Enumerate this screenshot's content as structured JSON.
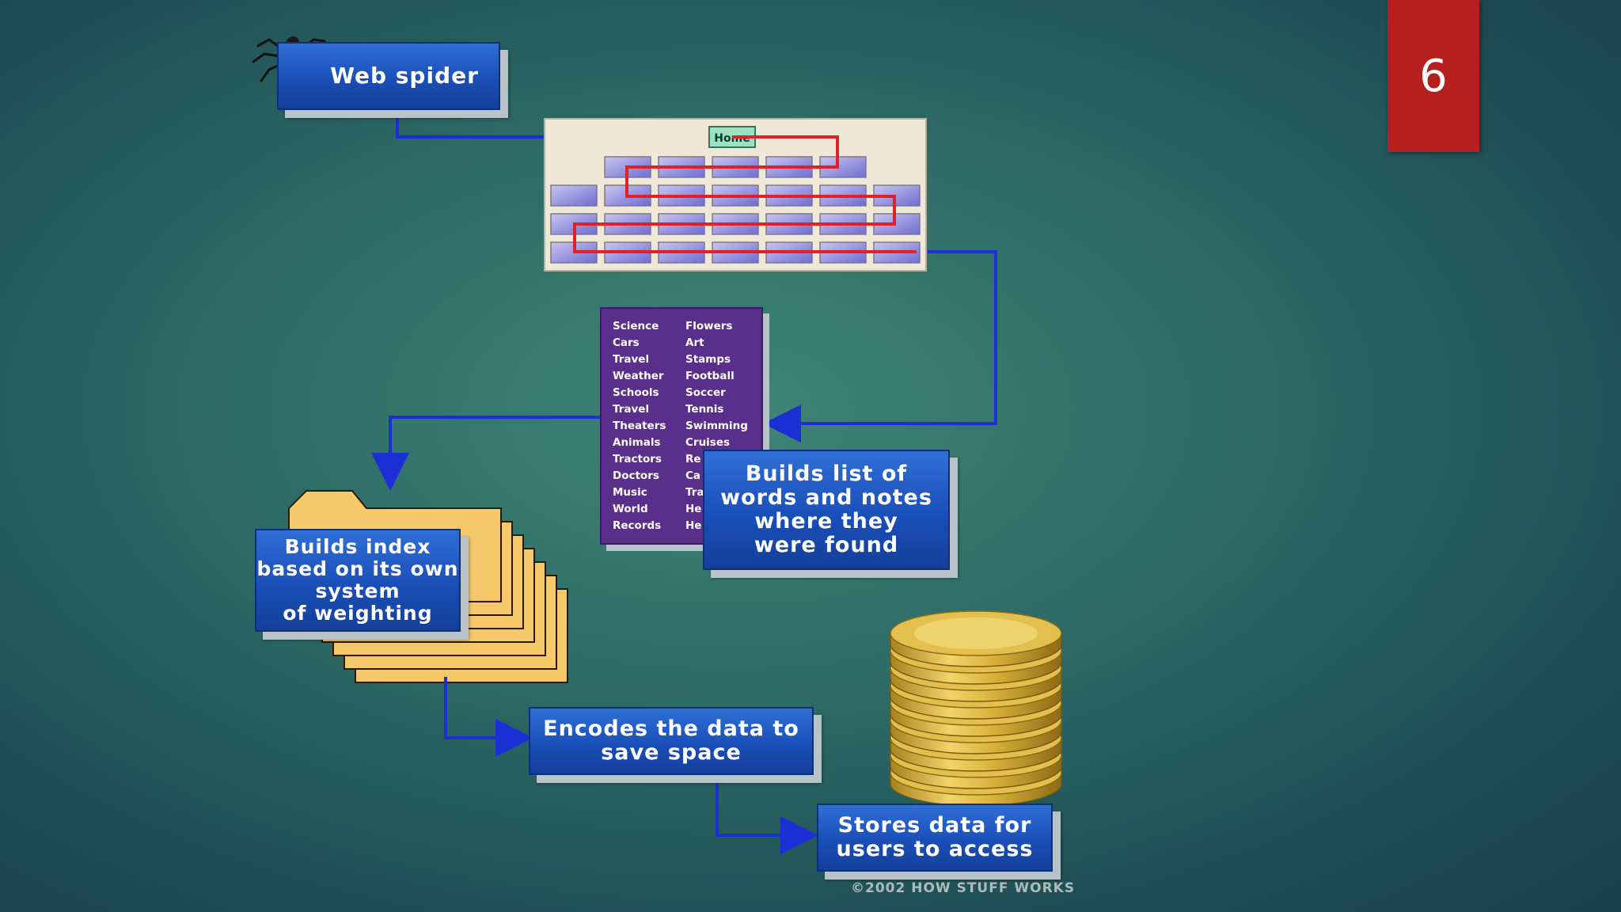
{
  "slide": {
    "number": "6"
  },
  "boxes": {
    "spider": "Web spider",
    "builds_list": [
      "Builds list of",
      "words and notes",
      "where they",
      "were found"
    ],
    "builds_index": [
      "Builds index",
      "based on its own",
      "system",
      "of weighting"
    ],
    "encodes": [
      "Encodes the data to",
      "save space"
    ],
    "stores": [
      "Stores data for",
      "users to access"
    ]
  },
  "site_map": {
    "home_label": "Home"
  },
  "word_list": {
    "column1": [
      "Science",
      "Cars",
      "Travel",
      "Weather",
      "Schools",
      "Travel",
      "Theaters",
      "Animals",
      "Tractors",
      "Doctors",
      "Music",
      "World",
      "Records"
    ],
    "column2": [
      "Flowers",
      "Art",
      "Stamps",
      "Football",
      "Soccer",
      "Tennis",
      "Swimming",
      "Cruises",
      "Re",
      "Ca",
      "Tra",
      "He",
      "He"
    ]
  },
  "credit": "©2002 HOW STUFF WORKS",
  "colors": {
    "box_blue": "#1a4fb8",
    "arrow_blue": "#1c2fd4",
    "path_red": "#e0202a",
    "word_panel": "#5a2f8c",
    "folder": "#f5c86a",
    "coin_gold": "#d9b23a",
    "slide_badge": "#b51f1f"
  }
}
